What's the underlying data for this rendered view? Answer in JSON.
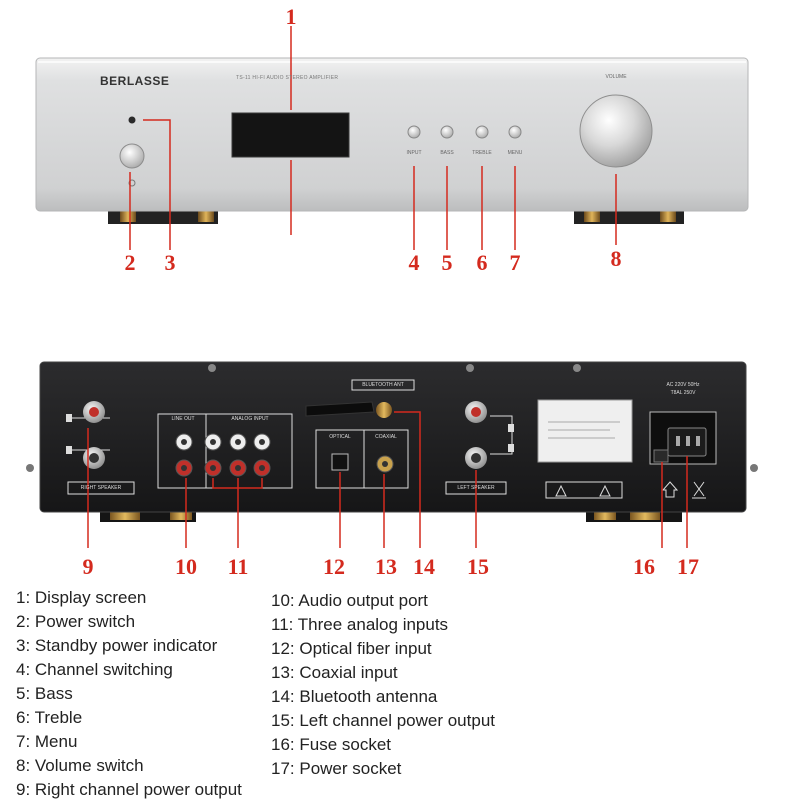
{
  "front_panel": {
    "brand": "BERLASSE",
    "model": "TS-11 HI-FI AUDIO STEREO AMPLIFIER",
    "button_labels": [
      "INPUT",
      "BASS",
      "TREBLE",
      "MENU"
    ],
    "volume_label": "VOLUME"
  },
  "rear_panel": {
    "bluetooth_label": "BLUETOOTH ANT",
    "right_speaker_label": "RIGHT SPEAKER",
    "left_speaker_label": "LEFT SPEAKER",
    "line_out_label": "LINE OUT",
    "analog_input_label": "ANALOG INPUT",
    "optical_label": "OPTICAL",
    "coaxial_label": "COAXIAL",
    "power_label_line1": "AC 220V 50Hz",
    "power_label_line2": "T8AL 250V"
  },
  "callouts": {
    "front": [
      "1",
      "2",
      "3",
      "4",
      "5",
      "6",
      "7",
      "8"
    ],
    "rear": [
      "9",
      "10",
      "11",
      "12",
      "13",
      "14",
      "15",
      "16",
      "17"
    ]
  },
  "legend": {
    "left": [
      "1: Display screen",
      "2: Power switch",
      "3: Standby power indicator",
      "4: Channel switching",
      "5: Bass",
      "6: Treble",
      "7: Menu",
      "8: Volume switch",
      "9: Right channel power output"
    ],
    "right": [
      "10: Audio output port",
      "11: Three analog inputs",
      "12: Optical fiber input",
      "13: Coaxial input",
      "14: Bluetooth antenna",
      "15: Left channel power output",
      "16: Fuse socket",
      "17: Power socket"
    ]
  },
  "colors": {
    "callout": "#d42a1e",
    "chassis_silver": "#d9dadb",
    "rear_black": "#1b1b1d",
    "gold": "#c89a3a"
  }
}
